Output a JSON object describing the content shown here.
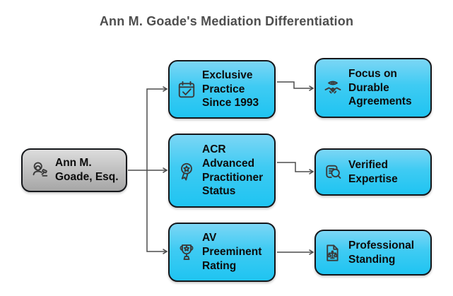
{
  "title": "Ann M. Goade's Mediation Differentiation",
  "root": {
    "label": "Ann M.\nGoade, Esq.",
    "icon": "mediator-gavel-icon"
  },
  "middle": [
    {
      "label": "Exclusive\nPractice\nSince 1993",
      "icon": "calendar-check-icon"
    },
    {
      "label": "ACR\nAdvanced\nPractitioner\nStatus",
      "icon": "award-medal-icon"
    },
    {
      "label": "AV\nPreeminent\nRating",
      "icon": "trophy-star-icon"
    }
  ],
  "right": [
    {
      "label": "Focus on\nDurable\nAgreements",
      "icon": "handshake-eye-icon"
    },
    {
      "label": "Verified\nExpertise",
      "icon": "document-search-icon"
    },
    {
      "label": "Professional\nStanding",
      "icon": "document-scales-icon"
    }
  ],
  "style": {
    "box_blue_top": "#7cd6f5",
    "box_blue_bottom": "#1fc4f1",
    "box_gray_top": "#dddddd",
    "box_gray_bottom": "#a6a6a6",
    "node_border": "#15171b",
    "edge_color": "#4d4d4d",
    "title_color": "#4e4e4e",
    "text_color": "#0c0c0c"
  }
}
